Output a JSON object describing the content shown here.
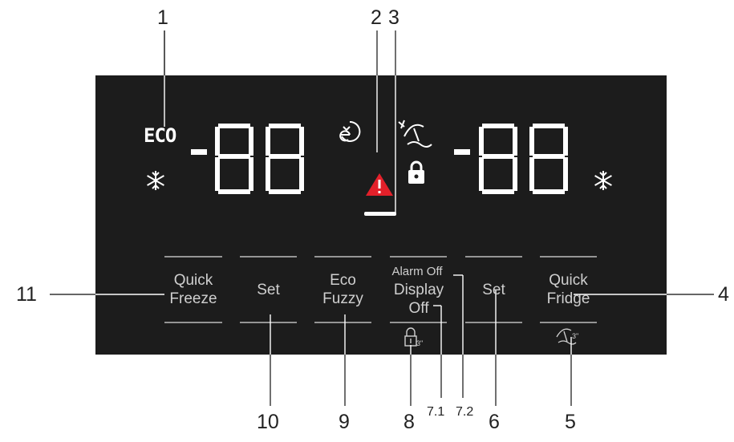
{
  "display": {
    "eco_label": "ECO",
    "left_temp_digits": "-88",
    "right_temp_digits": "-88",
    "alert_color": "#e3202a"
  },
  "buttons": {
    "quick_freeze": [
      "Quick",
      "Freeze"
    ],
    "set_left": "Set",
    "eco_fuzzy": [
      "Eco",
      "Fuzzy"
    ],
    "alarm_off": "Alarm Off",
    "display_off": [
      "Display",
      "Off"
    ],
    "lock_hold": "3\"",
    "set_right": "Set",
    "quick_fridge": [
      "Quick",
      "Fridge"
    ],
    "vacation_hold": "3\""
  },
  "callouts": {
    "n1": "1",
    "n2": "2",
    "n3": "3",
    "n4": "4",
    "n5": "5",
    "n6": "6",
    "n7_1": "7.1",
    "n7_2": "7.2",
    "n8": "8",
    "n9": "9",
    "n10": "10",
    "n11": "11"
  },
  "icons": [
    "snowflake-icon",
    "eco-clock-icon",
    "warning-icon",
    "vacation-umbrella-icon",
    "lock-icon",
    "padlock-hold-icon"
  ]
}
